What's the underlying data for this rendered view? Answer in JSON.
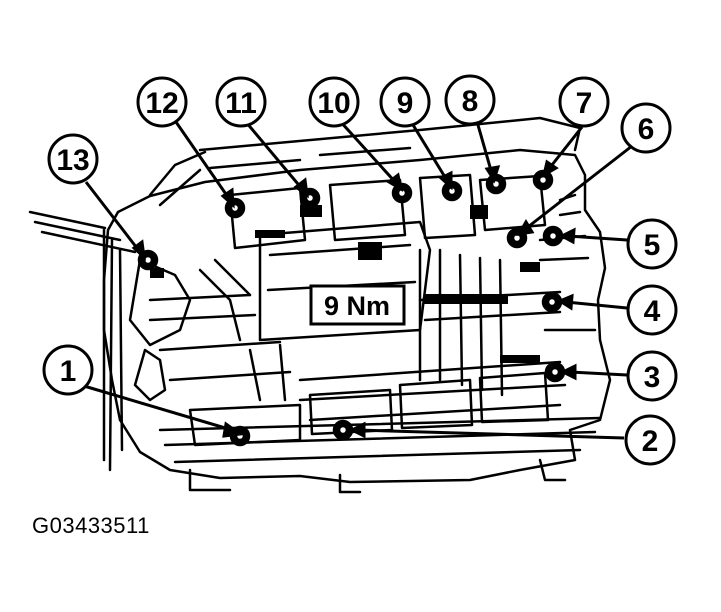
{
  "diagram": {
    "torque_label": "9 Nm",
    "figure_id": "G03433511",
    "callouts": [
      "1",
      "2",
      "3",
      "4",
      "5",
      "6",
      "7",
      "8",
      "9",
      "10",
      "11",
      "12",
      "13"
    ]
  },
  "colors": {
    "ink": "#000000",
    "paper": "#ffffff"
  }
}
